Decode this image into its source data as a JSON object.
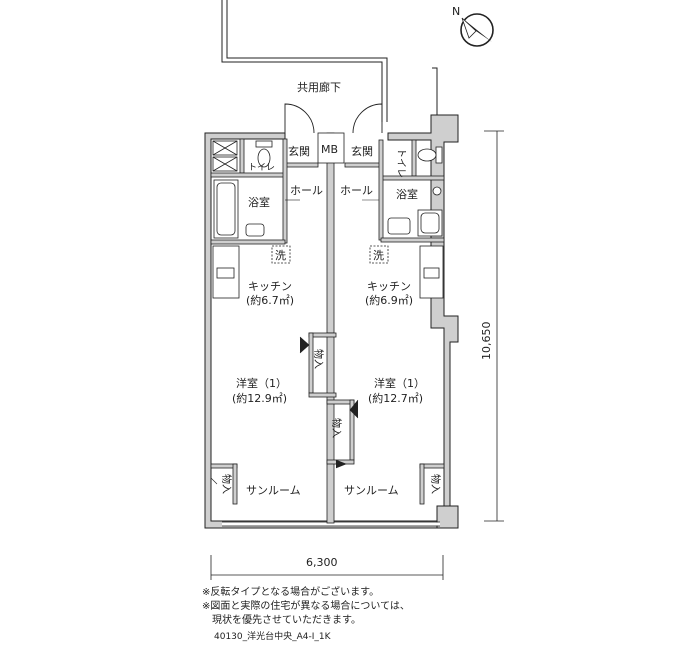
{
  "labels": {
    "corridor": "共用廊下",
    "entrance_left": "玄関",
    "mb": "MB",
    "entrance_right": "玄関",
    "toilet_left": "トイレ",
    "toilet_right": "トイレ",
    "hall_left": "ホール",
    "hall_right": "ホール",
    "bath_left": "浴室",
    "bath_right": "浴室",
    "wash_left": "洗",
    "wash_right": "洗",
    "kitchen_left": "キッチン",
    "kitchen_left_area": "(約6.7㎡)",
    "kitchen_right": "キッチン",
    "kitchen_right_area": "(約6.9㎡)",
    "storage_center_upper": "物入",
    "storage_center_lower": "物入",
    "storage_left": "物入",
    "storage_right": "物入",
    "western_left": "洋室（1）",
    "western_left_area": "(約12.9㎡)",
    "western_right": "洋室（1）",
    "western_right_area": "(約12.7㎡)",
    "sunroom_left": "サンルーム",
    "sunroom_right": "サンルーム",
    "north": "N"
  },
  "dimensions": {
    "width": "6,300",
    "depth": "10,650"
  },
  "notes": [
    "※反転タイプとなる場合がございます。",
    "※図面と実際の住宅が異なる場合については、",
    "　現状を優先させていただきます。"
  ],
  "code": "40130_洋光台中央_A4-I_1K"
}
